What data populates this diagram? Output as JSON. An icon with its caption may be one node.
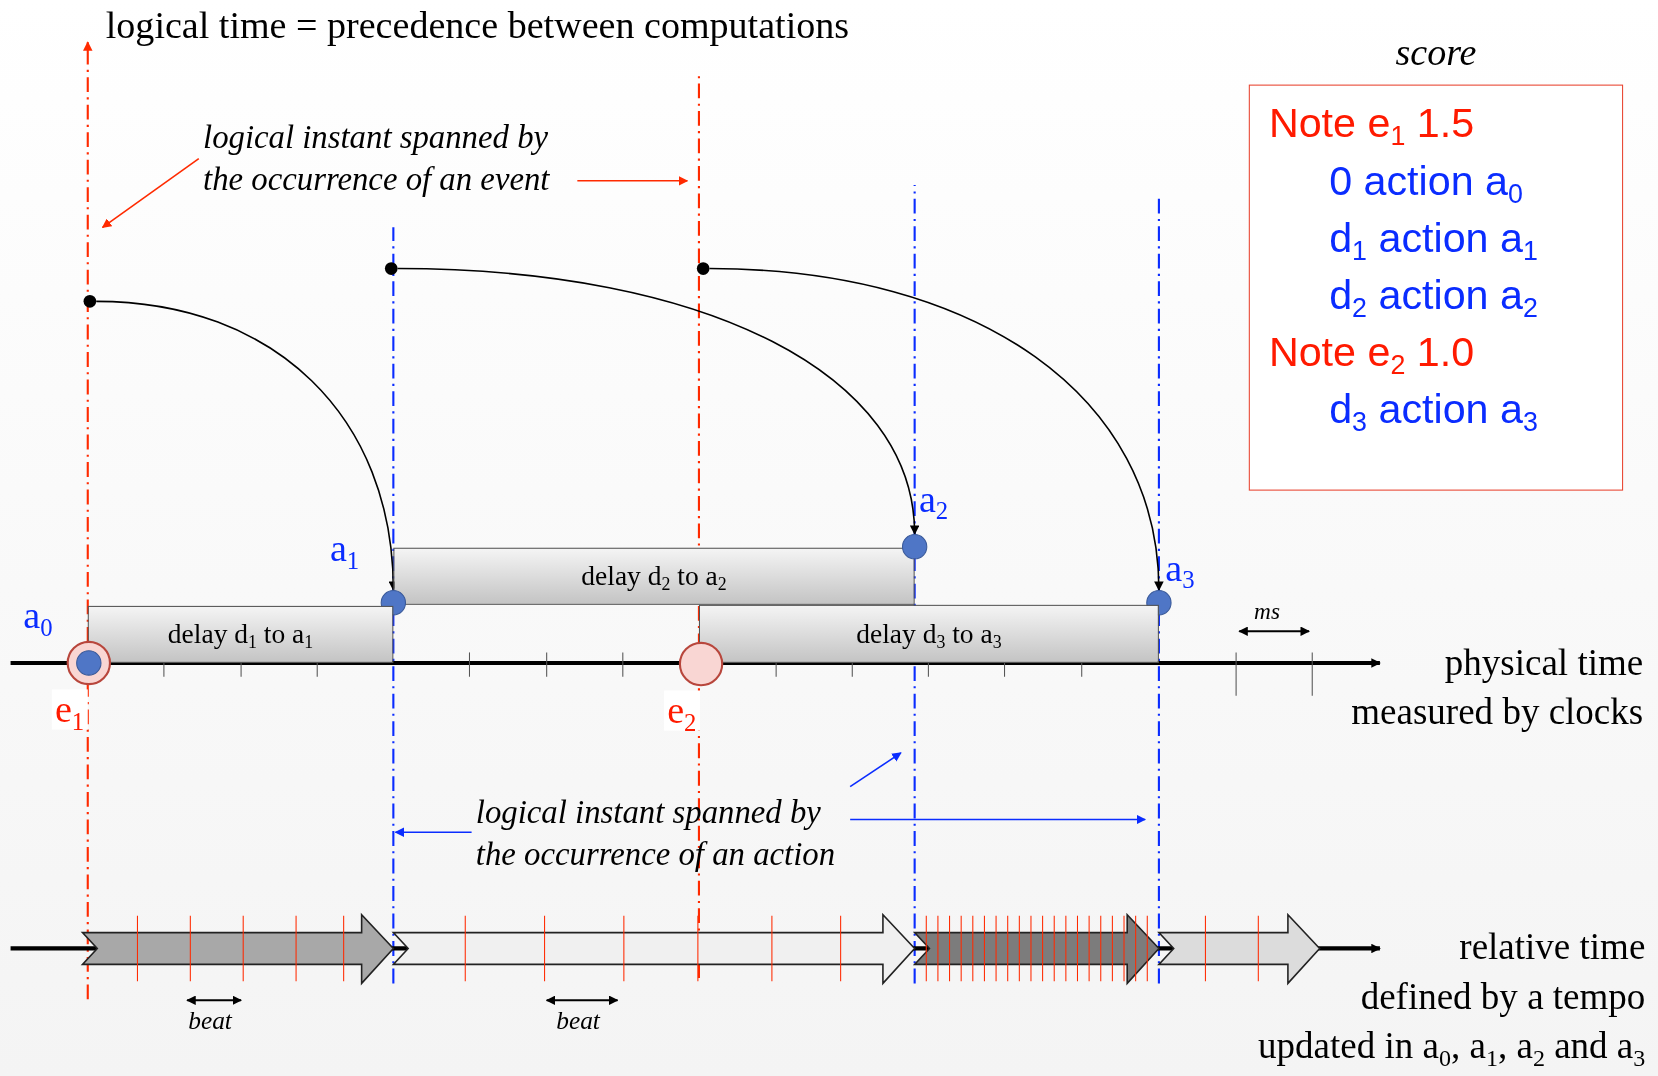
{
  "diagram": {
    "nodes": [
      {
        "text": [
          "logical instant spanned by the occurrence of an event"
        ]
      },
      {
        "text": [
          "score",
          "Note e$_{1}$ 1.5",
          "0 action a$_{0}$",
          "d$_{1}$ action a$_{1}$",
          "d$_{2}$ action a$_{2}$",
          "Note e$_{2}$ 1.0",
          "d$_{3}$ action a$_{3}$"
        ]
      },
      {
        "text": [],
        "shape": "circle"
      },
      {
        "text": [],
        "shape": "circle"
      },
      {
        "text": [],
        "shape": "circle"
      },
      {
        "text": [
          "delay d$_{2}$ to a$_{2}$"
        ]
      },
      {
        "text": [],
        "shape": "circle",
        "beside": [
          "a$_{2}$"
        ]
      },
      {
        "text": [],
        "shape": "circle",
        "beside": [
          "a$_{1}$"
        ]
      },
      {
        "text": [],
        "shape": "circle",
        "beside": [
          "a$_{3}$"
        ]
      },
      {
        "text": [
          "delay d$_{1}$ to a$_{1}$"
        ]
      },
      {
        "text": [
          "delay d$_{3}$ to a$_{3}$"
        ]
      },
      {
        "text": [],
        "shape": "circle",
        "beside": [
          "e$_{1}$"
        ]
      },
      {
        "text": [],
        "shape": "circle",
        "beside": [
          "a$_{0}$"
        ],
        "in": 11
      },
      {
        "text": [],
        "shape": "circle",
        "beside": [
          "e$_{2}$"
        ]
      },
      {
        "text": [
          "logical instant spanned by the occurrence of an action"
        ]
      }
    ],
    "edges": [
      {
        "from": 2,
        "to": 7,
        "arrow": "to"
      },
      {
        "from": 3,
        "to": 6,
        "arrow": "to"
      },
      {
        "from": 4,
        "to": 8,
        "arrow": "to"
      },
      {
        "from": 0,
        "to": null,
        "arrow": "to",
        "color": "#ff2a00"
      },
      {
        "from": 0,
        "to": null,
        "arrow": "to",
        "color": "#ff2a00"
      },
      {
        "from": 14,
        "to": null,
        "arrow": "to",
        "color": "#0a2cff"
      },
      {
        "from": 14,
        "to": null,
        "arrow": "to",
        "color": "#0a2cff"
      },
      {
        "from": 14,
        "to": null,
        "arrow": "to",
        "color": "#0a2cff"
      }
    ],
    "labels": [
      "logical time = precedence between computations",
      "ms",
      "physical time measured by clocks",
      "relative time defined by a tempo updated in a$_{0}$, a$_{1}$, a$_{2}$ and a$_{3}$",
      "beat",
      "beat"
    ]
  }
}
